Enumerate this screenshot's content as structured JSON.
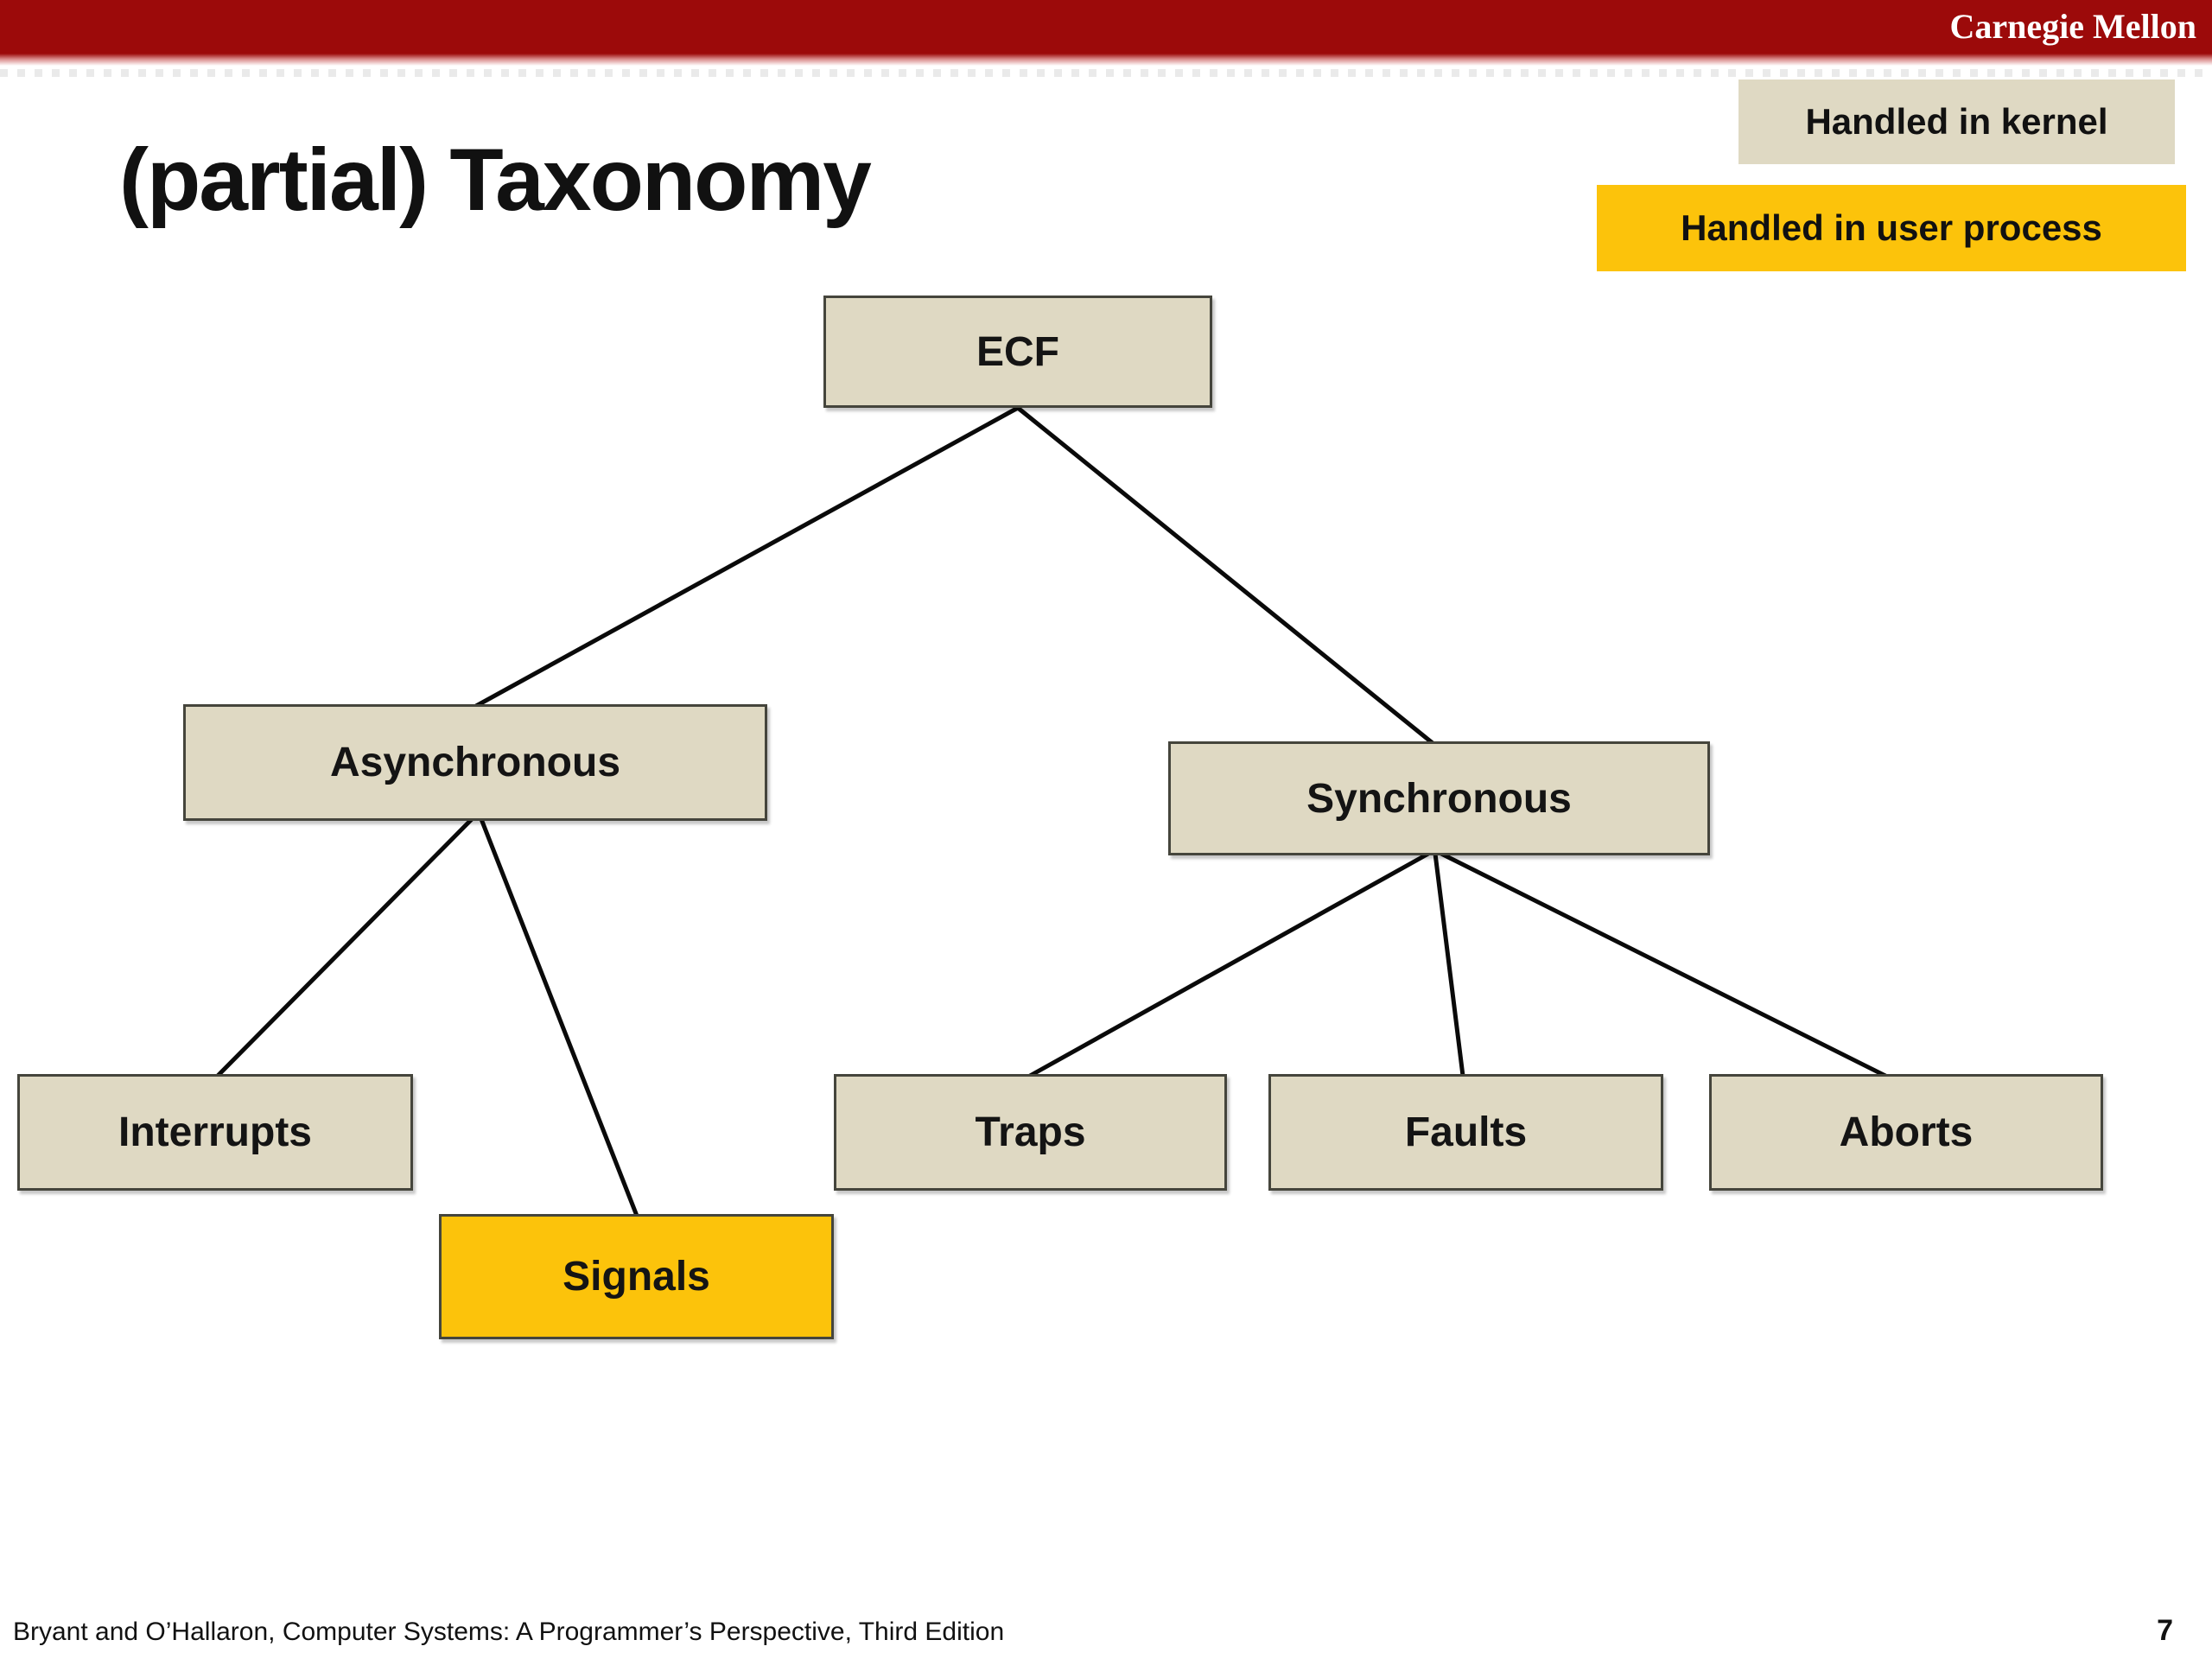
{
  "header": {
    "brand": "Carnegie Mellon"
  },
  "title": "(partial) Taxonomy",
  "legend": {
    "kernel": {
      "label": "Handled in kernel",
      "fill": "#DFD9C3"
    },
    "user": {
      "label": "Handled in user process",
      "fill": "#FCC30B"
    }
  },
  "colors": {
    "header_red": "#9C0A0A",
    "kernel_fill": "#DFD9C3",
    "user_fill": "#FCC30B",
    "node_border": "#45453C",
    "edge_line": "#0A0A0A"
  },
  "tree": {
    "nodes": {
      "ecf": {
        "label": "ECF",
        "handled": "kernel"
      },
      "asynchronous": {
        "label": "Asynchronous",
        "handled": "kernel"
      },
      "synchronous": {
        "label": "Synchronous",
        "handled": "kernel"
      },
      "interrupts": {
        "label": "Interrupts",
        "handled": "kernel"
      },
      "signals": {
        "label": "Signals",
        "handled": "user"
      },
      "traps": {
        "label": "Traps",
        "handled": "kernel"
      },
      "faults": {
        "label": "Faults",
        "handled": "kernel"
      },
      "aborts": {
        "label": "Aborts",
        "handled": "kernel"
      }
    },
    "edges": [
      {
        "from": "ecf",
        "to": "asynchronous"
      },
      {
        "from": "ecf",
        "to": "synchronous"
      },
      {
        "from": "asynchronous",
        "to": "interrupts"
      },
      {
        "from": "asynchronous",
        "to": "signals"
      },
      {
        "from": "synchronous",
        "to": "traps"
      },
      {
        "from": "synchronous",
        "to": "faults"
      },
      {
        "from": "synchronous",
        "to": "aborts"
      }
    ]
  },
  "footer": {
    "citation": "Bryant and O’Hallaron, Computer Systems: A Programmer’s Perspective, Third Edition",
    "page_number": "7"
  }
}
